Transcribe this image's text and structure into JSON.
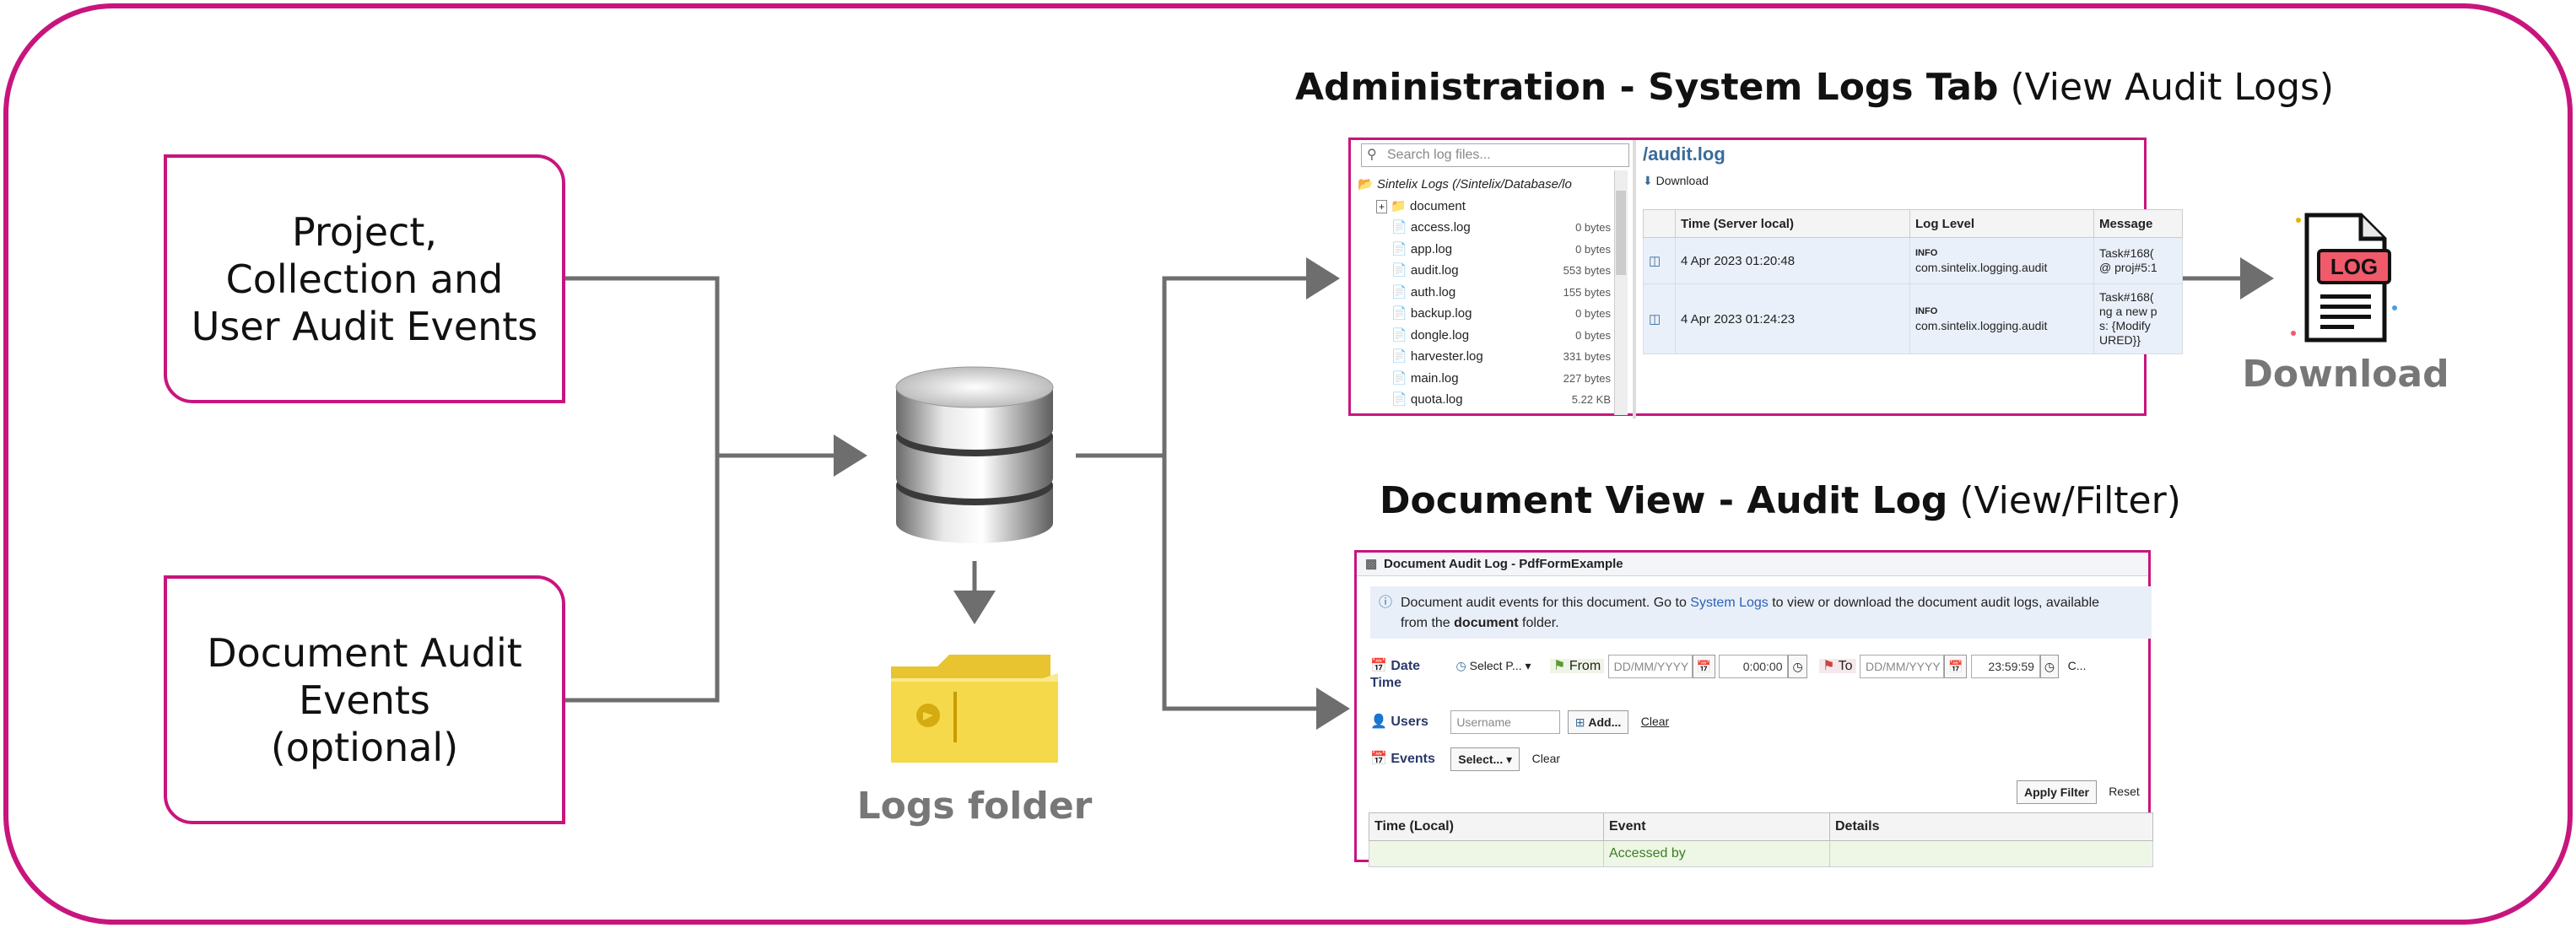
{
  "sources": {
    "project_audit": [
      "Project,",
      "Collection and",
      "User Audit Events"
    ],
    "document_audit": [
      "Document Audit",
      "Events",
      "(optional)"
    ]
  },
  "logs_folder_label": "Logs folder",
  "download_label": "Download",
  "log_badge": "LOG",
  "admin": {
    "heading_bold": "Administration - System Logs Tab",
    "heading_light": "(View Audit Logs)",
    "search_placeholder": "Search log files...",
    "root_label": "Sintelix Logs (/Sintelix/Database/lo",
    "folder_label": "document",
    "files": [
      {
        "name": "access.log",
        "size": "0 bytes"
      },
      {
        "name": "app.log",
        "size": "0 bytes"
      },
      {
        "name": "audit.log",
        "size": "553 bytes"
      },
      {
        "name": "auth.log",
        "size": "155 bytes"
      },
      {
        "name": "backup.log",
        "size": "0 bytes"
      },
      {
        "name": "dongle.log",
        "size": "0 bytes"
      },
      {
        "name": "harvester.log",
        "size": "331 bytes"
      },
      {
        "name": "main.log",
        "size": "227 bytes"
      },
      {
        "name": "quota.log",
        "size": "5.22 KB"
      }
    ],
    "path_title": "/audit.log",
    "download_button": "Download",
    "columns": [
      "Time (Server local)",
      "Log Level",
      "Message"
    ],
    "rows": [
      {
        "time": "4 Apr 2023 01:20:48",
        "level": "INFO",
        "logger": "com.sintelix.logging.audit",
        "msg1": "Task#168(",
        "msg2": "@ proj#5:1"
      },
      {
        "time": "4 Apr 2023 01:24:23",
        "level": "INFO",
        "logger": "com.sintelix.logging.audit",
        "msg1": "Task#168(",
        "msg2": "ng a new p",
        "msg3": "s: {Modify",
        "msg4": "URED}}"
      }
    ]
  },
  "document": {
    "heading_bold": "Document View - Audit Log",
    "heading_light": "(View/Filter)",
    "window_title": "Document Audit Log - PdfFormExample",
    "info_pre": "Document audit events for this document. Go to",
    "info_link": "System Logs",
    "info_post": "to view or download the document audit logs, available",
    "info_line2_pre": "from the",
    "info_line2_bold": "document",
    "info_line2_post": "folder.",
    "date_label": "Date",
    "time_label": "Time",
    "select_period": "Select P...",
    "from_label": "From",
    "date_placeholder": "DD/MM/YYYY",
    "from_time": "0:00:00",
    "to_label": "To",
    "to_time": "23:59:59",
    "extra_c": "C...",
    "users_label": "Users",
    "username_placeholder": "Username",
    "add_button": "Add...",
    "clear_label": "Clear",
    "events_label": "Events",
    "events_select": "Select...",
    "apply_filter": "Apply Filter",
    "reset": "Reset",
    "columns": [
      "Time (Local)",
      "Event",
      "Details"
    ],
    "first_event": "Accessed by"
  },
  "colors": {
    "accent": "#c8157e",
    "wire": "#6e6e6e",
    "label_grey": "#777777"
  }
}
